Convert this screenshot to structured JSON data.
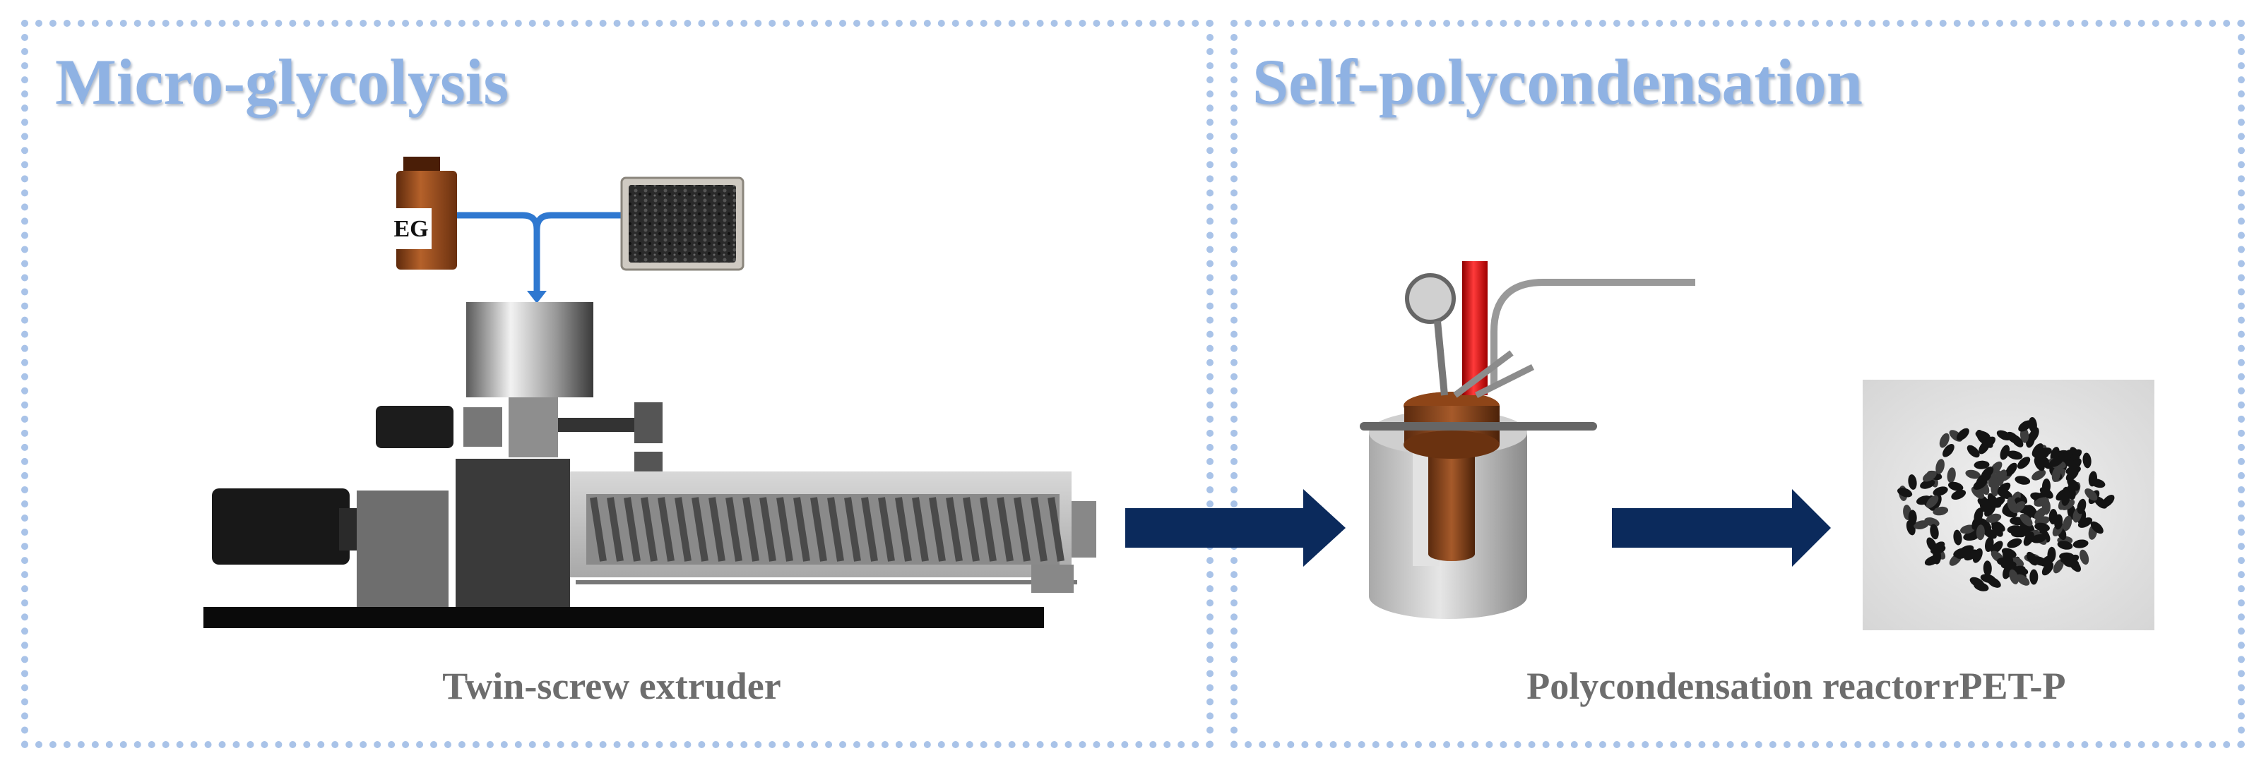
{
  "panels": {
    "left": {
      "title": "Micro-glycolysis"
    },
    "right": {
      "title": "Self-polycondensation"
    }
  },
  "labels": {
    "eg_bottle": "EG",
    "extruder": "Twin-screw extruder",
    "reactor": "Polycondensation reactor",
    "product": "rPET-P"
  },
  "colors": {
    "panel_border": "#a9c3e8",
    "title": "#8fb2e3",
    "caption": "#6d6d6d",
    "feed_line": "#2f78d0",
    "process_arrow": "#0b2a5c",
    "bottle": "#9b4a1c",
    "reactor_rod": "#e01a1a"
  },
  "icons": [
    "eg-bottle-icon",
    "pet-flakes-tray-icon",
    "twin-screw-extruder-icon",
    "polycondensation-reactor-icon",
    "rpet-pellets-icon",
    "process-arrow-icon"
  ]
}
